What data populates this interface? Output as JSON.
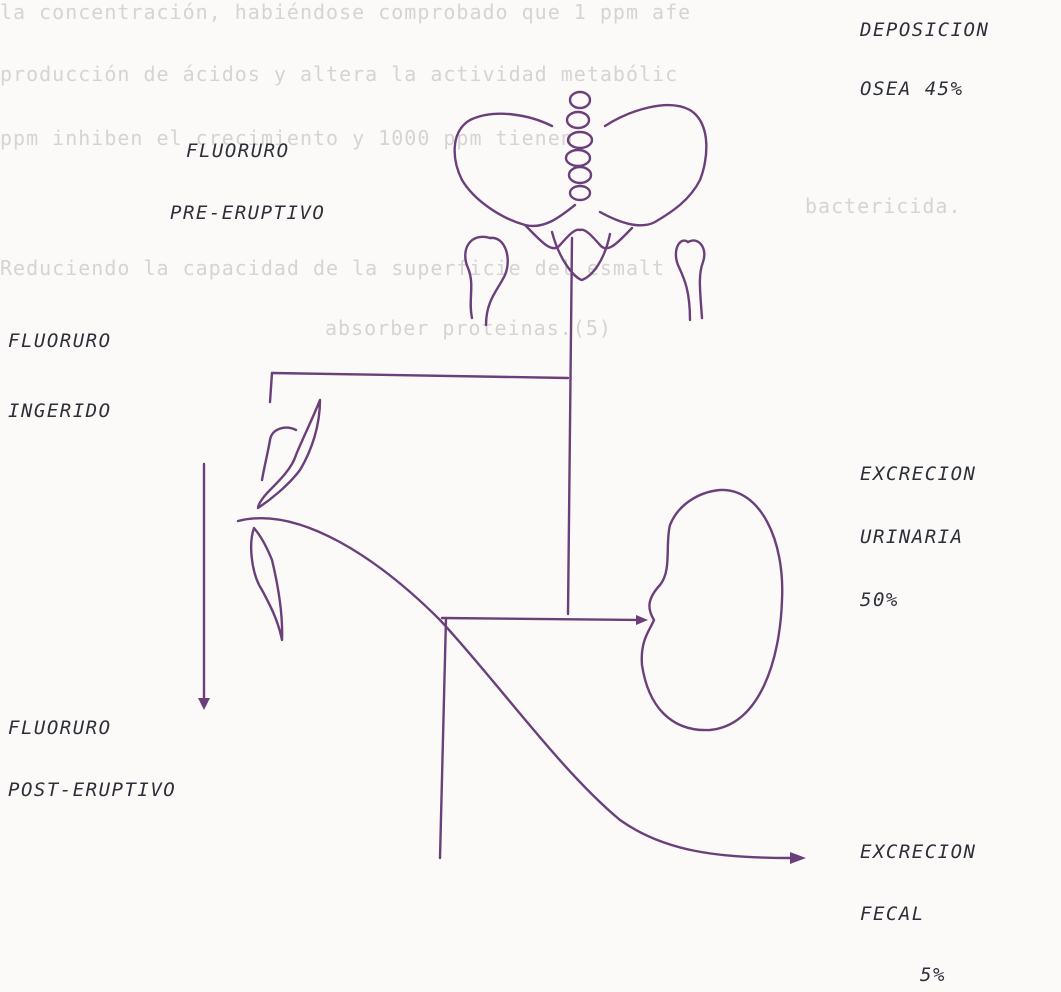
{
  "background_text": {
    "line1": "la concentración, habiéndose comprobado que 1 ppm afe",
    "line2": "producción de ácidos y altera la actividad metabólic",
    "line3": "ppm inhiben el crecimiento y 1000 ppm tienen",
    "line4": "bactericida.",
    "line5": "Reduciendo la capacidad de la superficie del esmalt",
    "line6": "absorber proteinas.(5)"
  },
  "labels": {
    "deposicion": "DEPOSICION",
    "osea": "OSEA 45%",
    "fluoruro_pre": "FLUORURO",
    "pre_eruptivo": "PRE-ERUPTIVO",
    "fluoruro_ing": "FLUORURO",
    "ingerido": "INGERIDO",
    "excrecion_uri": "EXCRECION",
    "urinaria": "URINARIA",
    "pct_50": "50%",
    "fluoruro_post": "FLUORURO",
    "post_eruptivo": "POST-ERUPTIVO",
    "excrecion_fec": "EXCRECION",
    "fecal": "FECAL",
    "pct_5": "5%"
  },
  "colors": {
    "ink": "#6a3f7a",
    "label_text": "#2f2f3a",
    "ghost_text": "#d6d3d3"
  },
  "icons": {
    "pelvis": "pelvis-bones-icon",
    "tooth": "tooth-icon",
    "kidney": "kidney-icon"
  }
}
